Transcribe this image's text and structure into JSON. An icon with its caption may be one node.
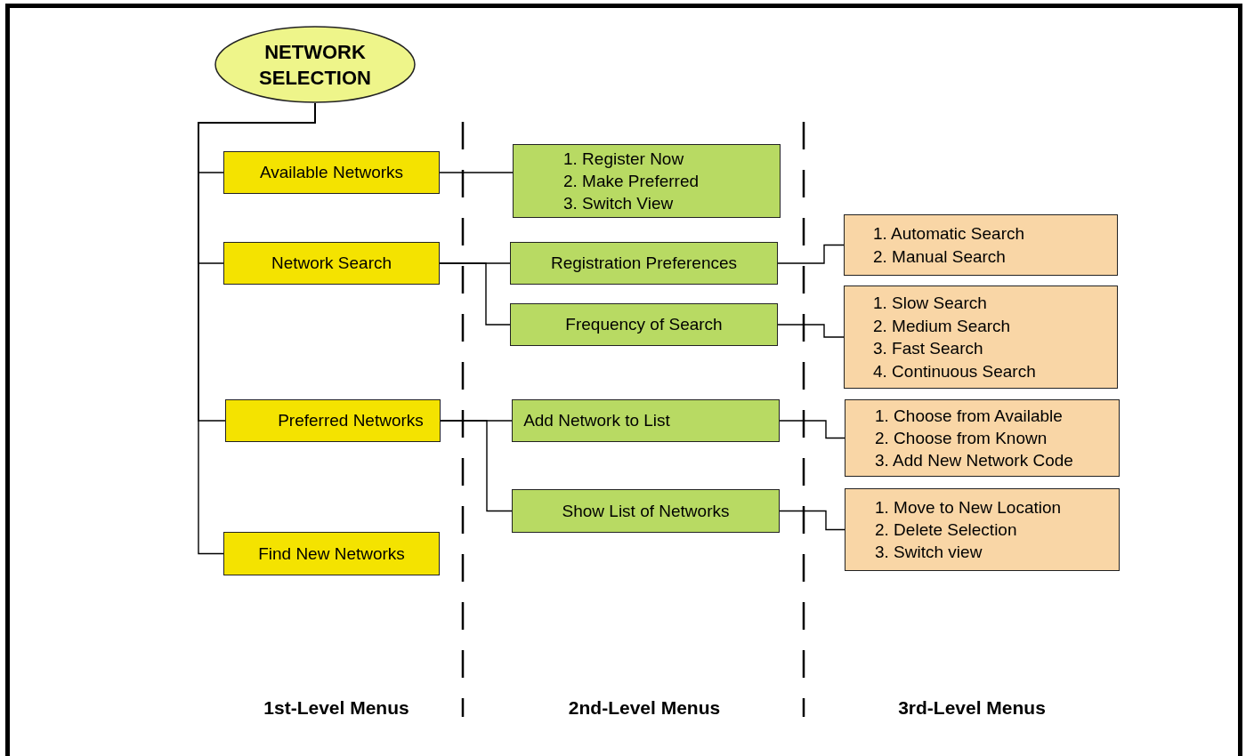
{
  "diagram": {
    "nodes": [
      {
        "text": [
          "NETWORK SELECTION"
        ]
      },
      {
        "text": [
          "Available Networks"
        ]
      },
      {
        "text": [
          "Network Search"
        ]
      },
      {
        "text": [
          "Preferred Networks"
        ]
      },
      {
        "text": [
          "Find New Networks"
        ]
      },
      {
        "text": [
          "1. Register Now",
          "2. Make Preferred",
          "3. Switch View"
        ]
      },
      {
        "text": [
          "Registration Preferences"
        ]
      },
      {
        "text": [
          "Frequency of Search"
        ]
      },
      {
        "text": [
          "Add Network to List"
        ]
      },
      {
        "text": [
          "Show List of Networks"
        ]
      },
      {
        "text": [
          "1. Automatic Search",
          "2. Manual Search"
        ]
      },
      {
        "text": [
          "1. Slow Search",
          "2. Medium Search",
          "3. Fast Search",
          "4. Continuous Search"
        ]
      },
      {
        "text": [
          "1. Choose from Available",
          "2. Choose from Known",
          "3. Add New Network Code"
        ]
      },
      {
        "text": [
          "1. Move to New Location",
          "2. Delete Selection",
          "3. Switch view"
        ]
      }
    ],
    "edges": [
      {
        "from": 0,
        "to": 1,
        "arrow": "none"
      },
      {
        "from": 0,
        "to": 2,
        "arrow": "none"
      },
      {
        "from": 0,
        "to": 3,
        "arrow": "none"
      },
      {
        "from": 0,
        "to": 4,
        "arrow": "none"
      },
      {
        "from": 1,
        "to": 5,
        "arrow": "none"
      },
      {
        "from": 2,
        "to": 6,
        "arrow": "none"
      },
      {
        "from": 2,
        "to": 7,
        "arrow": "none"
      },
      {
        "from": 3,
        "to": 8,
        "arrow": "none"
      },
      {
        "from": 3,
        "to": 9,
        "arrow": "none"
      },
      {
        "from": 6,
        "to": 10,
        "arrow": "none"
      },
      {
        "from": 7,
        "to": 11,
        "arrow": "none"
      },
      {
        "from": 8,
        "to": 12,
        "arrow": "none"
      },
      {
        "from": 9,
        "to": 13,
        "arrow": "none"
      }
    ],
    "labels": [
      "1st-Level Menus",
      "2nd-Level Menus",
      "3rd-Level Menus"
    ]
  }
}
